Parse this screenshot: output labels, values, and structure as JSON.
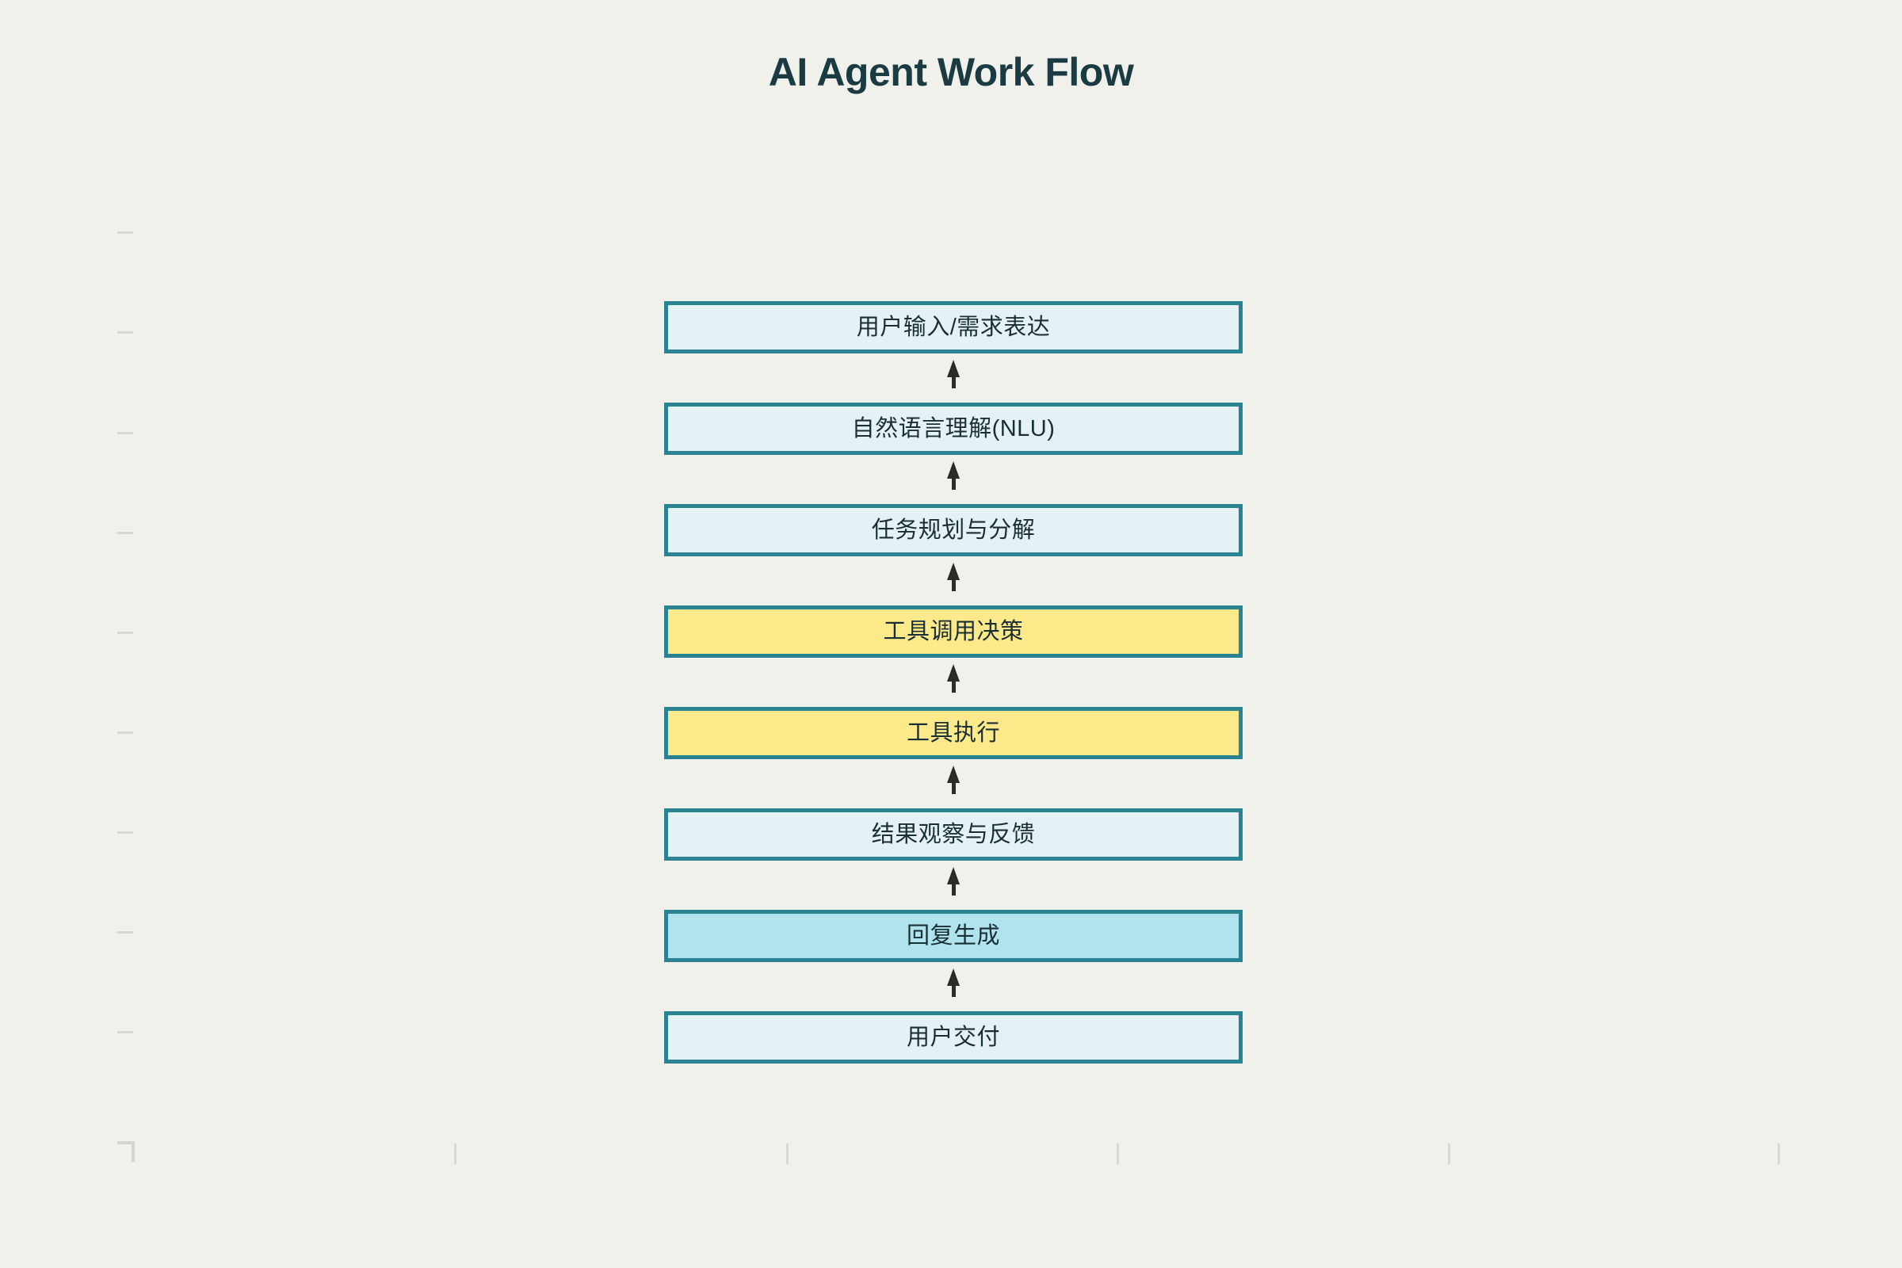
{
  "page": {
    "background_color": "#F1F1EC",
    "title": "AI Agent Work Flow",
    "title_color": "#1B3B43"
  },
  "theme": {
    "border_color": "#2A8292",
    "fill_light": "#E5F2F5",
    "fill_yellow": "#FCE98A",
    "fill_cyan": "#AFE3EE",
    "arrow_color": "#2B2B2B",
    "text_color": "#1A2E35",
    "tick_color": "#D8D8D2"
  },
  "chart_data": {
    "type": "diagram",
    "title": "AI Agent Work Flow",
    "orientation": "vertical-bottom-to-top",
    "nodes": [
      {
        "id": "n1",
        "label": "用户输入/需求表达",
        "fill": "light"
      },
      {
        "id": "n2",
        "label": "自然语言理解(NLU)",
        "fill": "light"
      },
      {
        "id": "n3",
        "label": "任务规划与分解",
        "fill": "light"
      },
      {
        "id": "n4",
        "label": "工具调用决策",
        "fill": "yellow"
      },
      {
        "id": "n5",
        "label": "工具执行",
        "fill": "yellow"
      },
      {
        "id": "n6",
        "label": "结果观察与反馈",
        "fill": "light"
      },
      {
        "id": "n7",
        "label": "回复生成",
        "fill": "cyan"
      },
      {
        "id": "n8",
        "label": "用户交付",
        "fill": "light"
      }
    ],
    "edges": [
      {
        "from": "n2",
        "to": "n1",
        "direction": "up"
      },
      {
        "from": "n3",
        "to": "n2",
        "direction": "up"
      },
      {
        "from": "n4",
        "to": "n3",
        "direction": "up"
      },
      {
        "from": "n5",
        "to": "n4",
        "direction": "up"
      },
      {
        "from": "n6",
        "to": "n5",
        "direction": "up"
      },
      {
        "from": "n7",
        "to": "n6",
        "direction": "up"
      },
      {
        "from": "n8",
        "to": "n7",
        "direction": "up"
      }
    ],
    "legend": [],
    "grid": false
  },
  "nodes": [
    {
      "label": "用户输入/需求表达"
    },
    {
      "label": "自然语言理解(NLU)"
    },
    {
      "label": "任务规划与分解"
    },
    {
      "label": "工具调用决策"
    },
    {
      "label": "工具执行"
    },
    {
      "label": "结果观察与反馈"
    },
    {
      "label": "回复生成"
    },
    {
      "label": "用户交付"
    }
  ]
}
